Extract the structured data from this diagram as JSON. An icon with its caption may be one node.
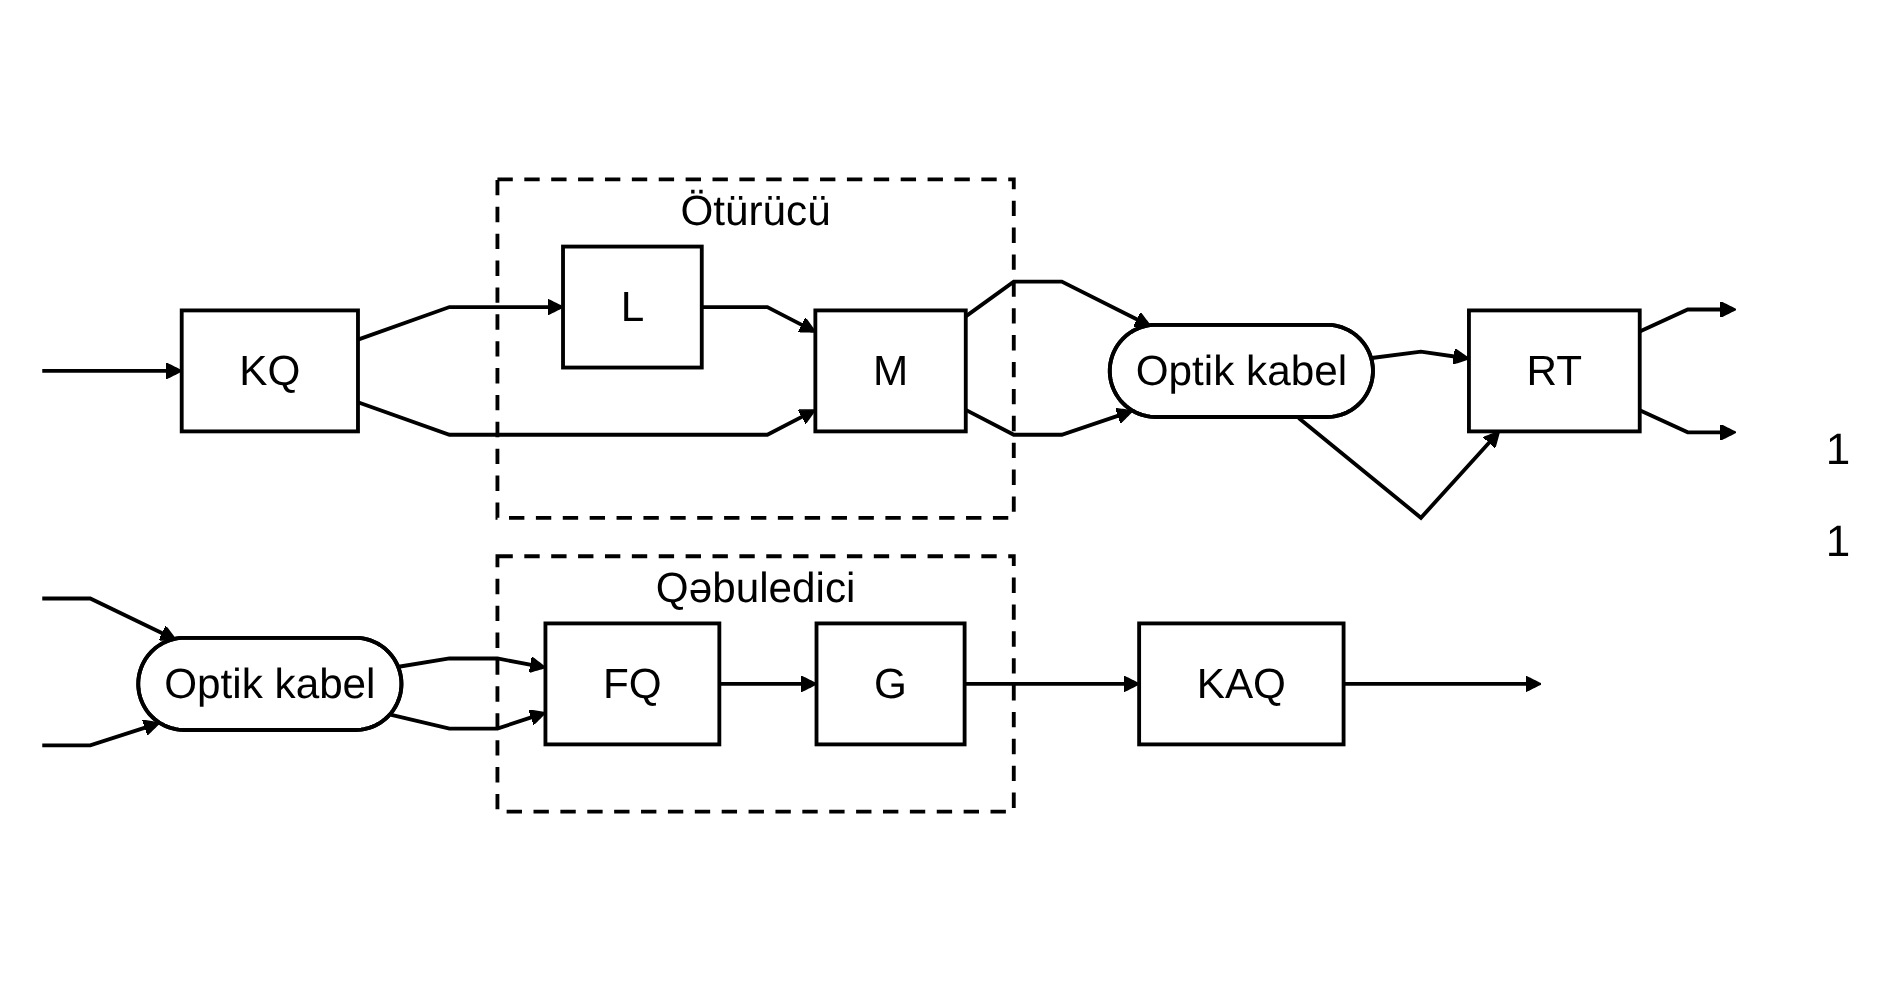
{
  "diagram": {
    "nodes": [
      {
        "text": [
          "Ötürücü"
        ]
      },
      {
        "text": [
          "KQ"
        ]
      },
      {
        "text": [
          "L"
        ],
        "in": 0
      },
      {
        "text": [
          "M"
        ],
        "in": 0
      },
      {
        "text": [
          "Optik kabel"
        ]
      },
      {
        "text": [
          "RT"
        ]
      },
      {
        "text": [
          "Qəbuledici"
        ]
      },
      {
        "text": [
          "Optik kabel"
        ]
      },
      {
        "text": [
          "FQ"
        ],
        "in": 6
      },
      {
        "text": [
          "G"
        ],
        "in": 6
      },
      {
        "text": [
          "KAQ"
        ]
      }
    ],
    "edges": [
      {
        "from": null,
        "to": 1,
        "arrow": "to"
      },
      {
        "from": 1,
        "to": 2,
        "arrow": "to"
      },
      {
        "from": 2,
        "to": 3,
        "arrow": "to"
      },
      {
        "from": 1,
        "to": 3,
        "arrow": "to"
      },
      {
        "from": 3,
        "to": 4,
        "arrow": "to"
      },
      {
        "from": 3,
        "to": 4,
        "arrow": "to"
      },
      {
        "from": 4,
        "to": 5,
        "arrow": "to"
      },
      {
        "from": 4,
        "to": 5,
        "arrow": "to"
      },
      {
        "from": 5,
        "to": null,
        "arrow": "to"
      },
      {
        "from": 5,
        "to": null,
        "arrow": "to"
      },
      {
        "from": null,
        "to": 7,
        "arrow": "to"
      },
      {
        "from": null,
        "to": 7,
        "arrow": "to"
      },
      {
        "from": 7,
        "to": 8,
        "arrow": "to"
      },
      {
        "from": 7,
        "to": 8,
        "arrow": "to"
      },
      {
        "from": 8,
        "to": 9,
        "arrow": "to"
      },
      {
        "from": 9,
        "to": 10,
        "arrow": "to"
      },
      {
        "from": 10,
        "to": null,
        "arrow": "to"
      }
    ],
    "labels": [
      "1",
      "1"
    ]
  }
}
